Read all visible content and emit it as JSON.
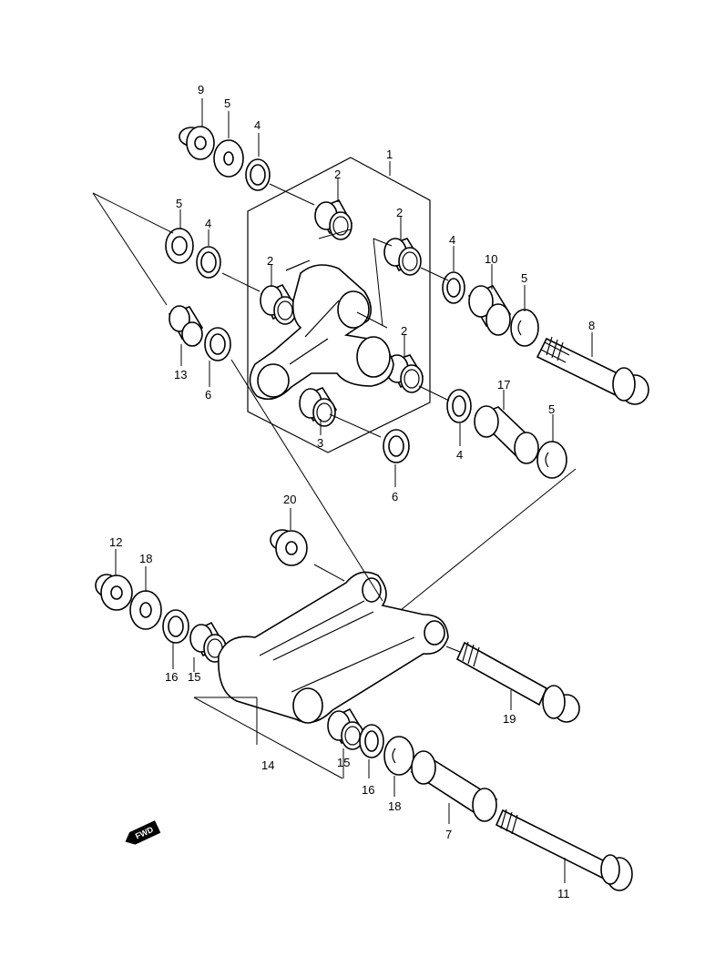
{
  "callouts": {
    "c9": "9",
    "c5a": "5",
    "c4a": "4",
    "c1": "1",
    "c2a": "2",
    "c5b": "5",
    "c4b": "4",
    "c2b": "2",
    "c4c": "4",
    "c10": "10",
    "c5c": "5",
    "c2c": "2",
    "c8": "8",
    "c13": "13",
    "c6a": "6",
    "c2d": "2",
    "c17": "17",
    "c5d": "5",
    "c3": "3",
    "c4d": "4",
    "c6b": "6",
    "c20": "20",
    "c12": "12",
    "c18a": "18",
    "c16a": "16",
    "c15a": "15",
    "c19": "19",
    "c14": "14",
    "c15b": "15",
    "c16b": "16",
    "c18b": "18",
    "c7": "7",
    "c11": "11"
  },
  "fwd_label": "FWD"
}
